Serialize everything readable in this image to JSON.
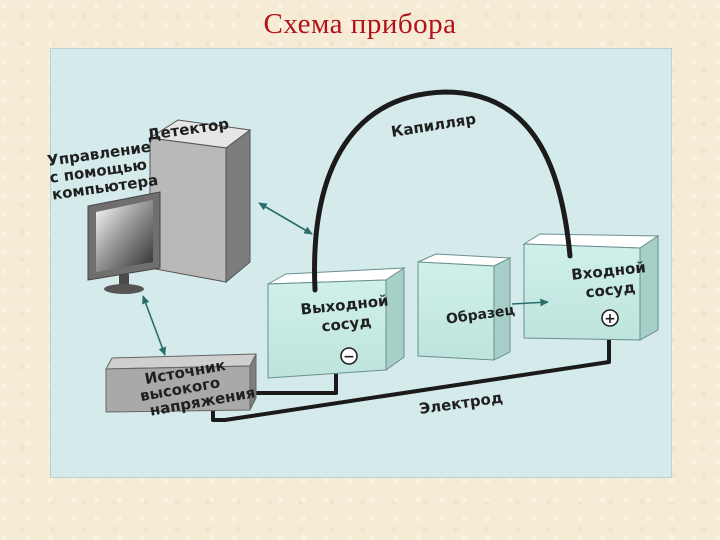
{
  "title": "Схема прибора",
  "labels": {
    "detector": "Детектор",
    "computer_control": [
      "Управление",
      "с помощью",
      "компьютера"
    ],
    "capillary": "Капилляр",
    "outlet_vial": [
      "Выходной",
      "сосуд"
    ],
    "sample": "Образец",
    "inlet_vial": [
      "Входной",
      "сосуд"
    ],
    "high_voltage_source": [
      "Источник",
      "высокого",
      "напряжения"
    ],
    "electrode": "Электрод",
    "minus_sign": "−",
    "plus_sign": "+"
  },
  "colors": {
    "title": "#b3121a",
    "panel": "#d5eaea",
    "vessel_face": "#cfeee8",
    "electrode": "#1a1a1a"
  }
}
